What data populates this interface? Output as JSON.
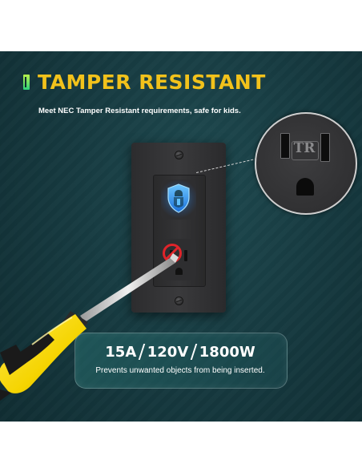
{
  "title": "TAMPER RESISTANT",
  "subtitle": "Meet NEC Tamper Resistant requirements, safe for kids.",
  "zoom": {
    "tr_label": "TR"
  },
  "specs": {
    "current": "15A",
    "voltage": "120V",
    "wattage": "1800W"
  },
  "note": "Prevents unwanted objects from being inserted.",
  "icons": {
    "shield": "shield-icon",
    "prohibited": "no-entry-icon"
  },
  "colors": {
    "title": "#f2c21b",
    "accent_green": "#2bd17a",
    "shield_blue": "#3aa0ff",
    "prohibit_red": "#e0242a",
    "screwdriver_yellow": "#f5d400"
  }
}
